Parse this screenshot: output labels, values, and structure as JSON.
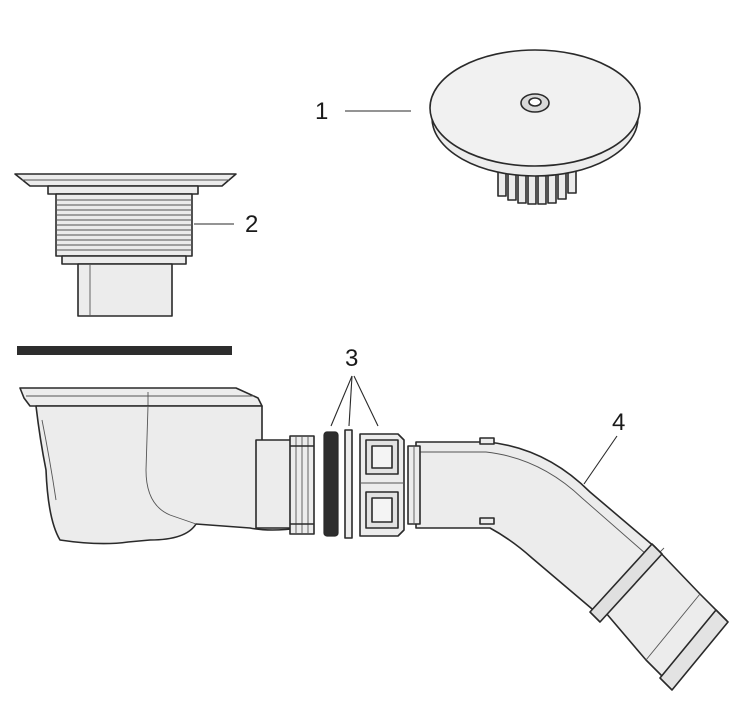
{
  "callouts": [
    {
      "id": "1",
      "label": "1"
    },
    {
      "id": "2",
      "label": "2"
    },
    {
      "id": "3",
      "label": "3"
    },
    {
      "id": "4",
      "label": "4"
    }
  ],
  "colors": {
    "stroke": "#2a2a2a",
    "fill": "#ececec",
    "gasket": "#2d2d2d"
  }
}
